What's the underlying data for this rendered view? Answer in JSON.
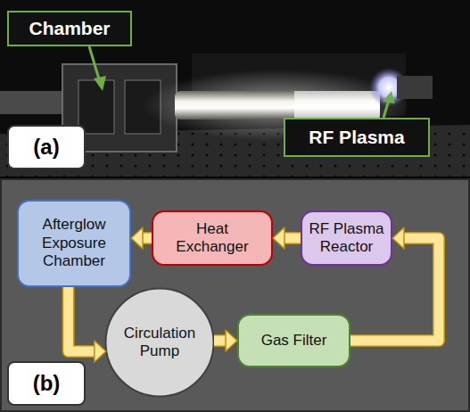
{
  "diagram": {
    "nodes": [
      {
        "text": [
          "Chamber"
        ]
      },
      {
        "text": [
          "RF Plasma"
        ]
      },
      {
        "text": [
          "(a)"
        ]
      },
      {
        "text": [
          "Afterglow Exposure Chamber"
        ]
      },
      {
        "text": [
          "Heat Exchanger"
        ]
      },
      {
        "text": [
          "RF Plasma Reactor"
        ]
      },
      {
        "text": [
          "Circulation Pump"
        ]
      },
      {
        "text": [
          "Gas Filter"
        ]
      },
      {
        "text": [
          "(b)"
        ]
      }
    ],
    "edges": [
      {
        "from": 5,
        "to": 4,
        "arrow": "to"
      },
      {
        "from": 4,
        "to": 3,
        "arrow": "to"
      },
      {
        "from": 3,
        "to": 6,
        "arrow": "to"
      },
      {
        "from": 6,
        "to": 7,
        "arrow": "to"
      },
      {
        "from": 7,
        "to": 5,
        "arrow": "to"
      }
    ]
  }
}
